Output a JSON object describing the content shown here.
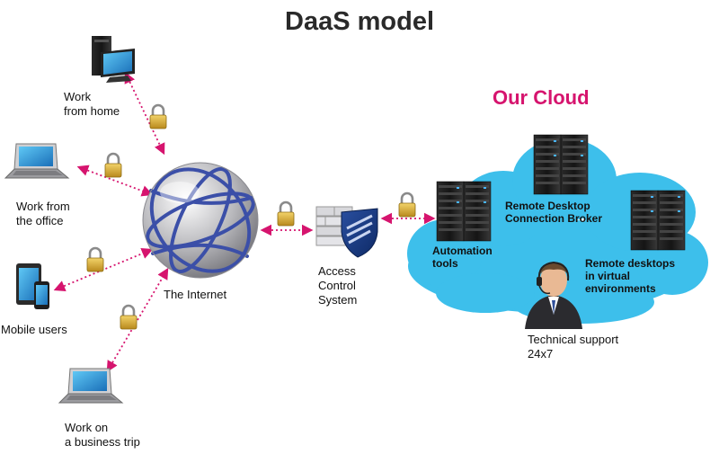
{
  "title": "DaaS model",
  "cloud_title": "Our Cloud",
  "colors": {
    "accent": "#d6146e",
    "cloud": "#3dbfeb",
    "arrow": "#d6146e",
    "globe_lines": "#3b4fa8"
  },
  "labels": {
    "work_home": "Work\nfrom home",
    "work_office": "Work from\nthe office",
    "mobile": "Mobile users",
    "business_trip": "Work on\na business trip",
    "internet": "The Internet",
    "access_control": "Access\nControl\nSystem",
    "automation": "Automation\ntools",
    "broker": "Remote Desktop\nConnection Broker",
    "remote_desktops": "Remote desktops\nin virtual\nenvironments",
    "support": "Technical support\n24x7"
  },
  "icons": [
    "desktop-icon",
    "laptop-icon",
    "tablet-icon",
    "globe-icon",
    "padlock-icon",
    "firewall-shield-icon",
    "server-rack-icon",
    "support-agent-icon",
    "cloud-shape"
  ]
}
